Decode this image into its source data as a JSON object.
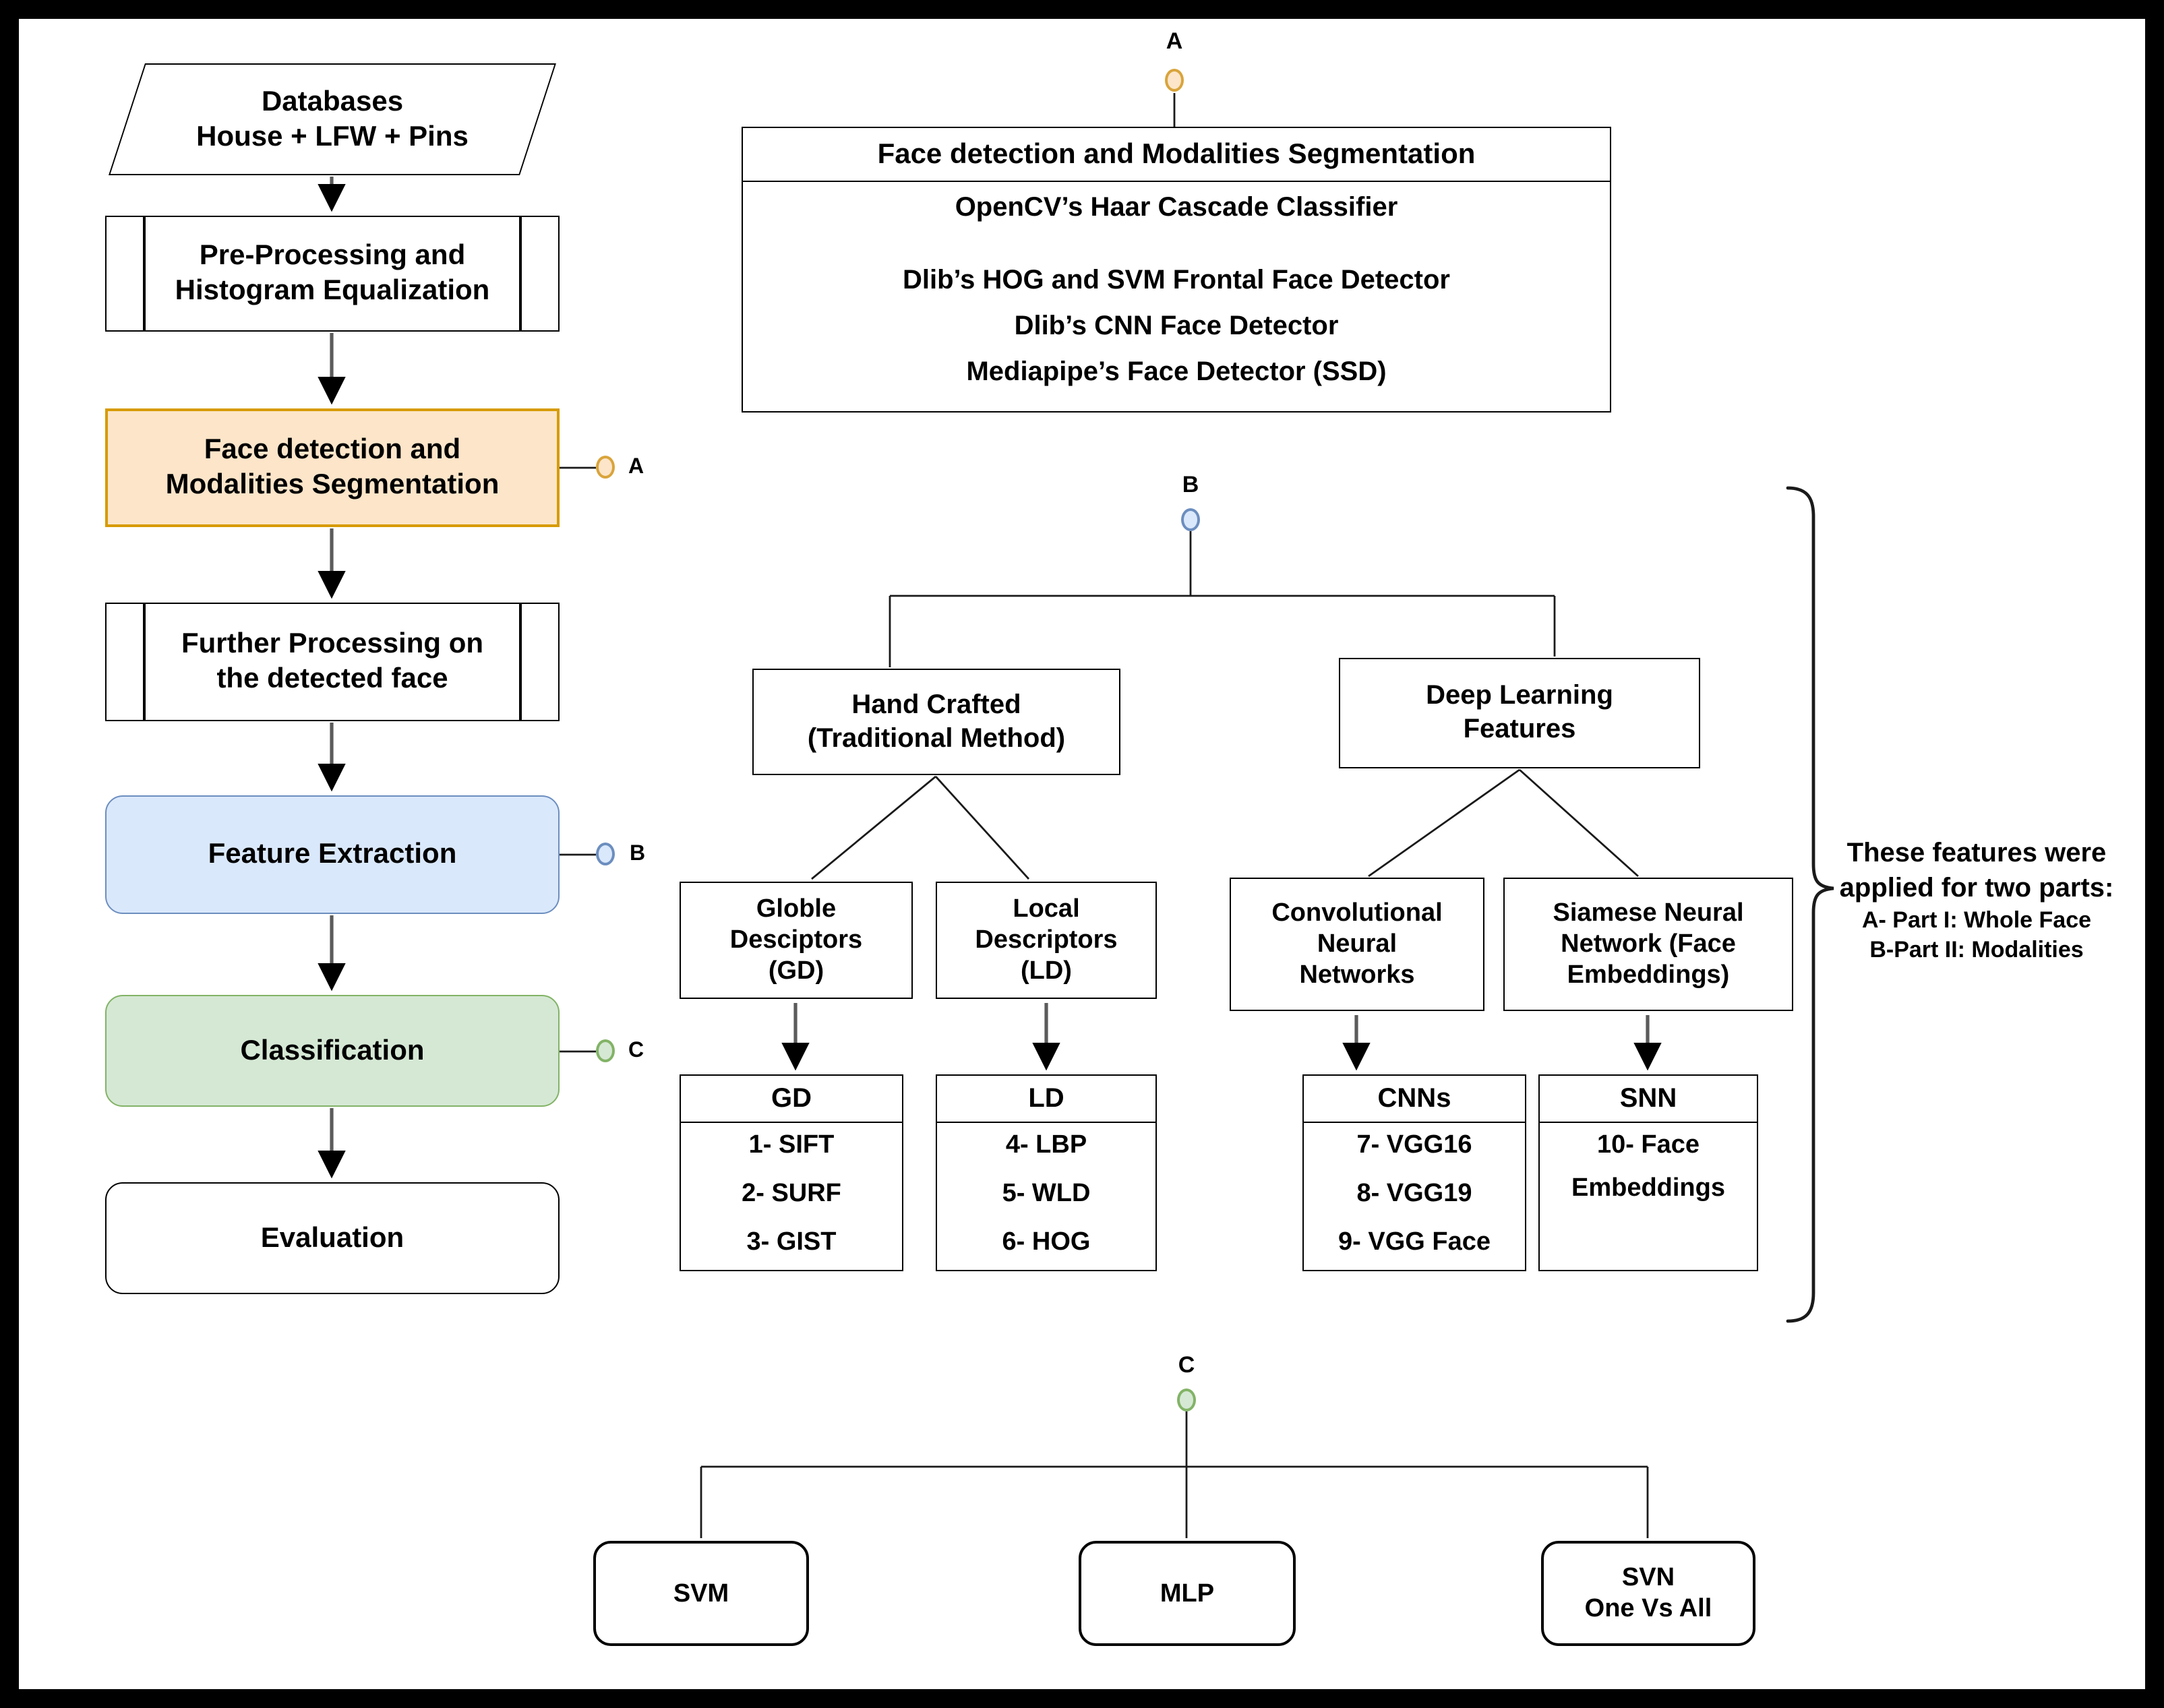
{
  "colors": {
    "orange_fill": "#FCE5C9",
    "orange_stroke": "#D79B00",
    "blue_fill": "#DAE8FC",
    "blue_stroke": "#6C8EBF",
    "green_fill": "#D5E8D4",
    "green_stroke": "#82B366",
    "arrow_gray": "#5b5b5b",
    "line_black": "#000000",
    "frame_black": "#000000"
  },
  "flowchart": {
    "databases": [
      "Databases",
      "House + LFW + Pins"
    ],
    "preprocessing": [
      "Pre-Processing and",
      "Histogram Equalization"
    ],
    "face_detection": [
      "Face detection and",
      "Modalities Segmentation"
    ],
    "further_processing": [
      "Further Processing on",
      "the detected face"
    ],
    "feature_extraction": "Feature Extraction",
    "classification": "Classification",
    "evaluation": "Evaluation",
    "connector_a": "A",
    "connector_b": "B",
    "connector_c": "C"
  },
  "section_a": {
    "label": "A",
    "header": "Face detection and Modalities Segmentation",
    "items": [
      "OpenCV’s Haar Cascade Classifier",
      "Dlib’s HOG and SVM Frontal Face Detector",
      "Dlib’s CNN Face Detector",
      "Mediapipe’s Face Detector (SSD)"
    ]
  },
  "section_b": {
    "label": "B",
    "hand_crafted": [
      "Hand Crafted",
      "(Traditional Method)"
    ],
    "deep_learning": [
      "Deep Learning",
      "Features"
    ],
    "global_descriptors": [
      "Globle",
      "Desciptors",
      "(GD)"
    ],
    "local_descriptors": [
      "Local",
      "Descriptors",
      "(LD)"
    ],
    "convolutional": [
      "Convolutional",
      "Neural",
      "Networks"
    ],
    "siamese": [
      "Siamese Neural",
      "Network (Face",
      "Embeddings)"
    ],
    "gd_list": {
      "header": "GD",
      "items": [
        "1- SIFT",
        "2- SURF",
        "3- GIST"
      ]
    },
    "ld_list": {
      "header": "LD",
      "items": [
        "4- LBP",
        "5- WLD",
        "6- HOG"
      ]
    },
    "cnns_list": {
      "header": "CNNs",
      "items": [
        "7- VGG16",
        "8- VGG19",
        "9- VGG Face"
      ]
    },
    "snn_list": {
      "header": "SNN",
      "items": [
        "10- Face",
        "Embeddings"
      ]
    },
    "annotation": [
      "These features were",
      "applied  for two parts:",
      "A- Part I: Whole Face",
      "B-Part II: Modalities"
    ]
  },
  "section_c": {
    "label": "C",
    "svm": "SVM",
    "mlp": "MLP",
    "svn": [
      "SVN",
      "One Vs All"
    ]
  }
}
